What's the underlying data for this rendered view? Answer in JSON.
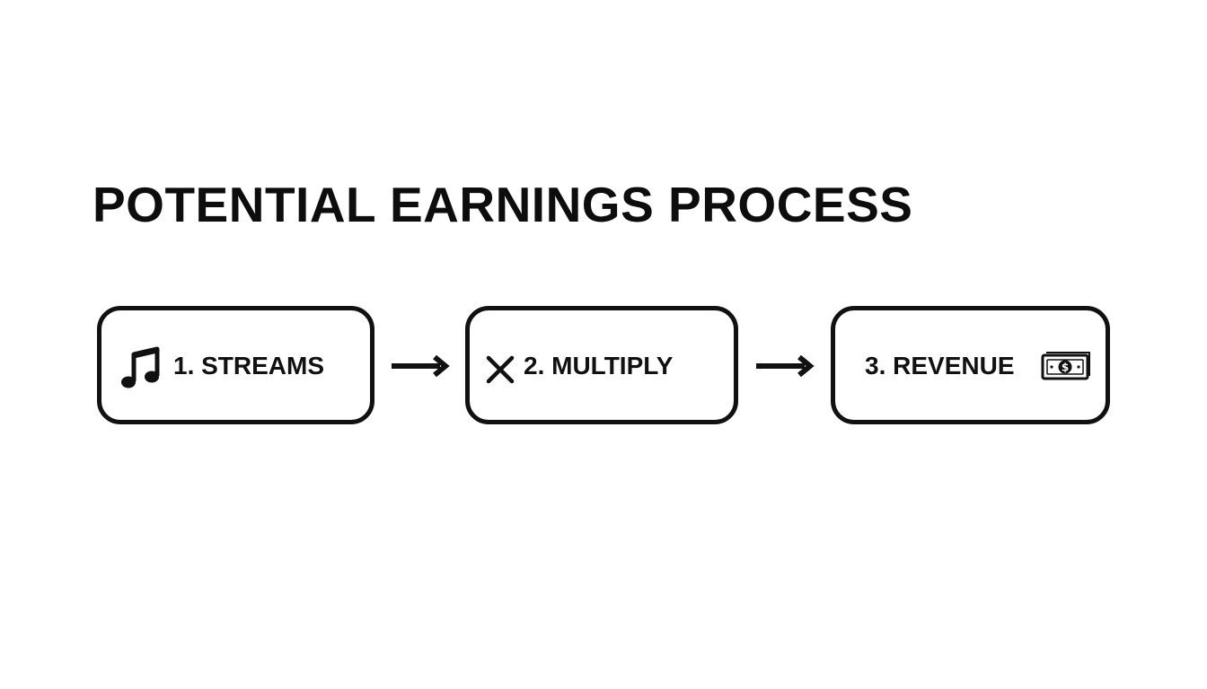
{
  "title": "POTENTIAL EARNINGS PROCESS",
  "steps": [
    {
      "label": "1. STREAMS",
      "icon": "music-note-icon"
    },
    {
      "label": "2. MULTIPLY",
      "icon": "multiply-icon"
    },
    {
      "label": "3. REVENUE",
      "icon": "money-bill-icon"
    }
  ],
  "connectors": [
    "arrow-right-icon",
    "arrow-right-icon"
  ],
  "colors": {
    "background": "#ffffff",
    "ink": "#111111"
  }
}
